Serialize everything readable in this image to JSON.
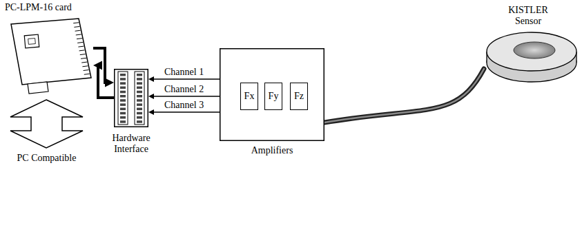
{
  "diagram": {
    "nodes": [
      {
        "text": [
          "PC-LPM-16 card"
        ]
      },
      {
        "text": [
          "Hardware Interface"
        ]
      },
      {
        "text": [
          "Amplifiers"
        ]
      },
      {
        "text": [
          "Fx"
        ],
        "in": 2
      },
      {
        "text": [
          "Fy"
        ],
        "in": 2
      },
      {
        "text": [
          "Fz"
        ],
        "in": 2
      },
      {
        "text": [
          "KISTLER Sensor"
        ]
      }
    ],
    "edges": [
      {
        "from": 2,
        "to": 1,
        "label": "Channel 1",
        "arrow": "to"
      },
      {
        "from": 2,
        "to": 1,
        "label": "Channel 2",
        "arrow": "to"
      },
      {
        "from": 2,
        "to": 1,
        "label": "Channel 3",
        "arrow": "to"
      },
      {
        "from": 0,
        "to": 1,
        "arrow": "to"
      },
      {
        "from": 1,
        "to": 0,
        "arrow": "to"
      },
      {
        "from": 6,
        "to": 2,
        "arrow": "none"
      }
    ],
    "labels": [
      "PC Compatible"
    ]
  }
}
